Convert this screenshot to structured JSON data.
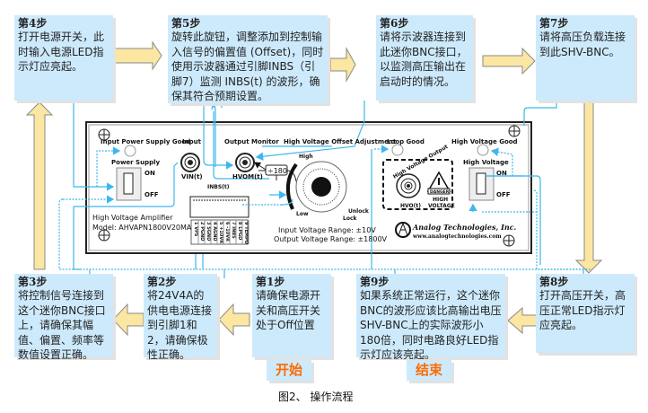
{
  "steps": [
    {
      "id": 1,
      "title": "第1步",
      "body": "请确保电源开关和高压开关处于Off位置"
    },
    {
      "id": 2,
      "title": "第2步",
      "body": "将24V4A的供电电源连接到引脚1和2，请确保极性正确。"
    },
    {
      "id": 3,
      "title": "第3步",
      "body": "将控制信号连接到这个迷你BNC接口上，请确保其幅值、偏置、频率等数值设置正确。"
    },
    {
      "id": 4,
      "title": "第4步",
      "body": "打开电源开关，此时输入电源LED指示灯应亮起。"
    },
    {
      "id": 5,
      "title": "第5步",
      "body": "旋转此旋钮，调整添加到控制输入信号的偏置值 (Offset)，同时使用示波器通过引脚INBS（引脚7）监测 INBS(t) 的波形，确保其符合预期设置。"
    },
    {
      "id": 6,
      "title": "第6步",
      "body": "请将示波器连接到此迷你BNC接口，以监测高压输出在启动时的情况。"
    },
    {
      "id": 7,
      "title": "第7步",
      "body": "请将高压负载连接到此SHV-BNC。"
    },
    {
      "id": 8,
      "title": "第8步",
      "body": "打开高压开关，高压正常LED指示灯应亮起。"
    },
    {
      "id": 9,
      "title": "第9步",
      "body": "如果系统正常运行，这个迷你BNC的波形应该比高输出电压SHV-BNC上的实际波形小180倍，同时电路良好LED指示灯应该亮起。"
    }
  ],
  "start_label": "开始",
  "end_label": "结束",
  "caption": "图2、 操作流程",
  "panel": {
    "input_power_good": "Input Power Supply Good",
    "power_supply": "Power Supply",
    "on": "ON",
    "off": "OFF",
    "input": "Input",
    "vin": "VIN(t)",
    "output_monitor": "Output Monitor",
    "hvom": "HVOM(t)",
    "gain": "÷180",
    "offset_adjust": "High Voltage Offset Adjustment",
    "high": "High",
    "low": "Low",
    "unlock": "Unlock",
    "lock": "Lock",
    "loop_good": "Loop Good",
    "hv_good": "High Voltage Good",
    "high_voltage": "High Voltage",
    "hv_output": "High Voltage Output",
    "hvo": "HVO(t)",
    "danger": "DANGER",
    "high_voltage_warn1": "HIGH",
    "high_voltage_warn2": "VOLTAGE",
    "inbs": "INBS(t)",
    "amp_name": "High Voltage Amplifier",
    "model": "Model: AHVAPN1800V20MA",
    "input_range": "Input Voltage Range: ±10V",
    "output_range": "Output Voltage Range: ±1800V",
    "company": "Analog Technologies, Inc.",
    "website": "www.analogtechnologies.com",
    "pins": [
      "1 VPS",
      "2 PGND",
      "3 SGND",
      "4 AGND",
      "5 +10VR",
      "6 -10VR",
      "7 INBS",
      "8 LPGD",
      "9 TEMPO"
    ]
  },
  "colors": {
    "box_fill": "#cdeafc",
    "arrow_fill": "#fbe6a2",
    "connector": "#3cb8ec",
    "accent_text": "#ff6a00"
  }
}
